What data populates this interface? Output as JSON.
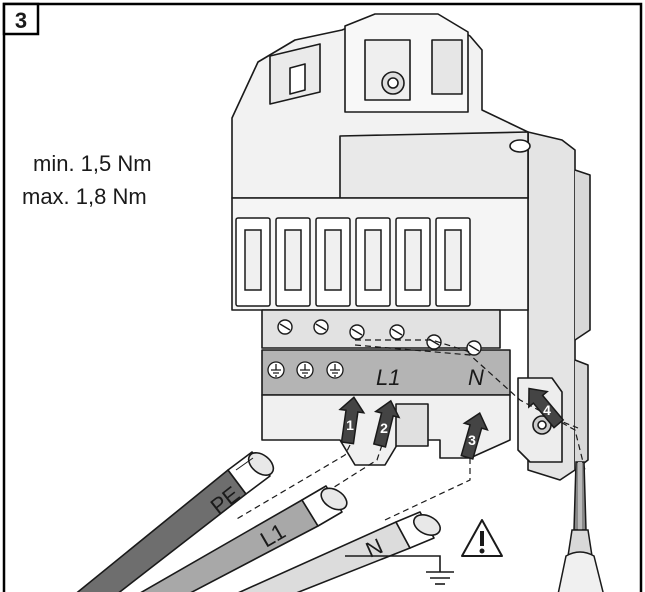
{
  "step": {
    "number": "3"
  },
  "torque": {
    "min": "min. 1,5 Nm",
    "max": "max. 1,8 Nm"
  },
  "terminal_strip": {
    "labels": [
      "L1",
      "N"
    ],
    "ground_symbols": 3
  },
  "sequence": [
    "1",
    "2",
    "3",
    "4"
  ],
  "cables": [
    {
      "label": "PE",
      "color": "#6e6e6e"
    },
    {
      "label": "L1",
      "color": "#a8a8a8"
    },
    {
      "label": "N",
      "color": "#dcdcdc"
    }
  ],
  "icons": [
    "warning-icon",
    "ground-icon",
    "screwdriver-icon"
  ]
}
